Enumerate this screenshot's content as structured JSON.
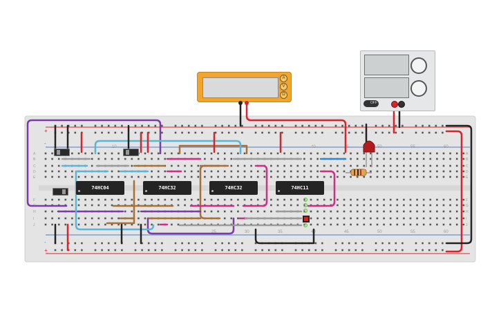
{
  "app": {
    "description_hidden": "",
    "colors": {
      "breadboard": "#e4e4e4",
      "rail_red": "#d9232a",
      "rail_blue": "#4a7cc2",
      "multimeter_body": "#f2a42b",
      "wire_brown": "#a87036",
      "wire_purple": "#7b3aa8",
      "wire_magenta": "#d22c86",
      "wire_lightblue": "#5ab6d6",
      "wire_red": "#d9232a",
      "wire_black": "#222222",
      "wire_gray": "#9a9a9a",
      "led_red": "#b21b1b"
    }
  },
  "breadboard": {
    "column_numbers_top": [
      "10",
      "40",
      "45",
      "50",
      "55",
      "60"
    ],
    "column_numbers_bottom": [
      "25",
      "30",
      "35",
      "40",
      "45",
      "50",
      "55",
      "60"
    ],
    "row_letters_left": [
      "A",
      "B",
      "C",
      "D",
      "E",
      "F",
      "G",
      "H",
      "I",
      "J"
    ],
    "row_letters_right": [
      "A",
      "B",
      "C",
      "D",
      "E",
      "F",
      "G",
      "H",
      "I",
      "J"
    ],
    "rail_symbols": [
      "+",
      "-",
      "-",
      "+"
    ]
  },
  "chips": [
    {
      "label": "74HC04"
    },
    {
      "label": "74HC32"
    },
    {
      "label": "74HC32"
    },
    {
      "label": "74HC11"
    }
  ],
  "multimeter": {
    "mode_buttons": [
      "A",
      "V",
      "Ω"
    ]
  },
  "power_supply": {
    "switch_label": "OFF"
  },
  "icons": {
    "led": "led-icon",
    "resistor": "resistor-icon",
    "slide_switch": "slide-switch-icon",
    "knob": "knob-icon"
  }
}
